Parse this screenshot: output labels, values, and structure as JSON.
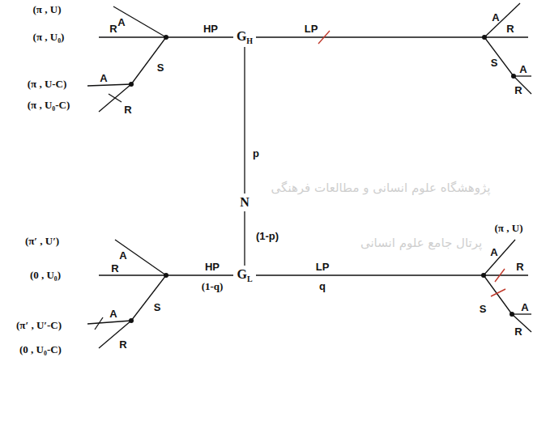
{
  "diagram": {
    "nodes": [
      {
        "text": [
          "GH"
        ]
      },
      {
        "text": [
          "N"
        ]
      },
      {
        "text": [
          "GL"
        ]
      }
    ],
    "edges": [
      {
        "from": 1,
        "to": 0,
        "label": "p",
        "arrow": "none"
      },
      {
        "from": 1,
        "to": 2,
        "label": "(1-p)",
        "arrow": "none"
      }
    ],
    "labels": [
      "(π , U)",
      "A",
      "(π , U₀)",
      "R",
      "S",
      "HP",
      "LP",
      "A",
      "R",
      "S",
      "A",
      "R",
      "(π , U-C)",
      "A",
      "(π , U₀-C)",
      "R",
      "(π′ , U′)",
      "A",
      "(0 , U₀)",
      "R",
      "S",
      "HP",
      "(1-q)",
      "LP",
      "q",
      "(π , U)",
      "A",
      "R",
      "S",
      "A",
      "R",
      "(π′ , U′-C)",
      "A",
      "(0 , U₀-C)",
      "R",
      "پژوهشگاه علوم انسانی و مطالعات فرهنگی",
      "پرتال جامع علوم انسانی"
    ]
  }
}
